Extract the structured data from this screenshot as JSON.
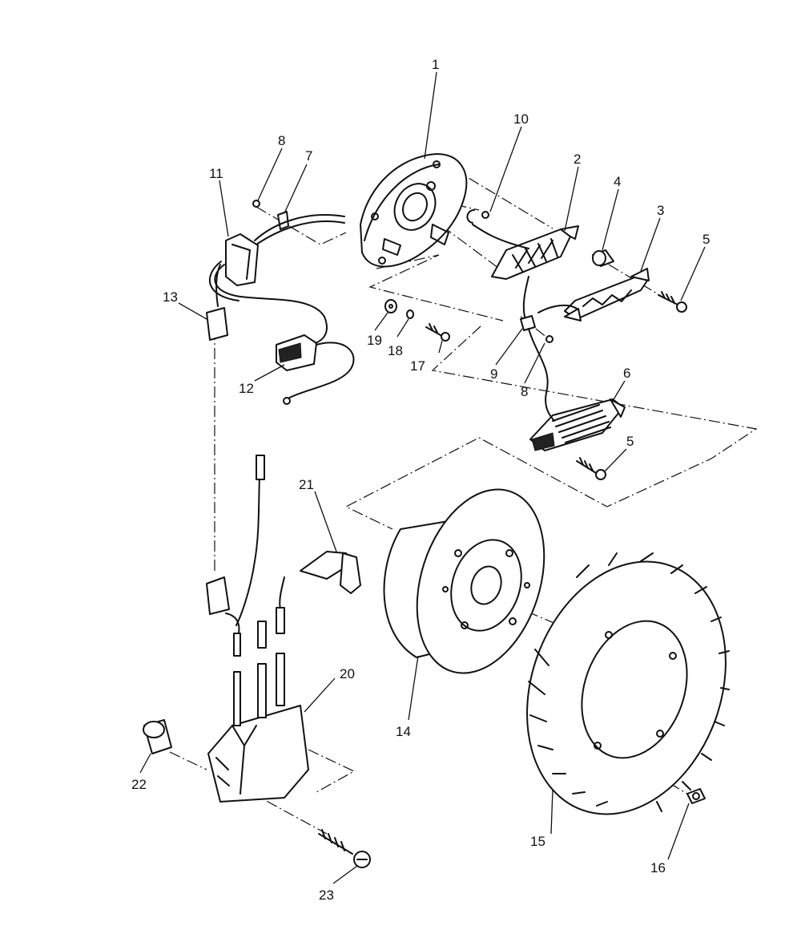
{
  "callouts": {
    "c1": "1",
    "c2": "2",
    "c3": "3",
    "c4": "4",
    "c5a": "5",
    "c5b": "5",
    "c6": "6",
    "c7": "7",
    "c8a": "8",
    "c8b": "8",
    "c9": "9",
    "c10": "10",
    "c11": "11",
    "c12": "12",
    "c13": "13",
    "c14": "14",
    "c15": "15",
    "c16": "16",
    "c17": "17",
    "c18": "18",
    "c19": "19",
    "c20": "20",
    "c21": "21",
    "c22": "22",
    "c23": "23"
  }
}
